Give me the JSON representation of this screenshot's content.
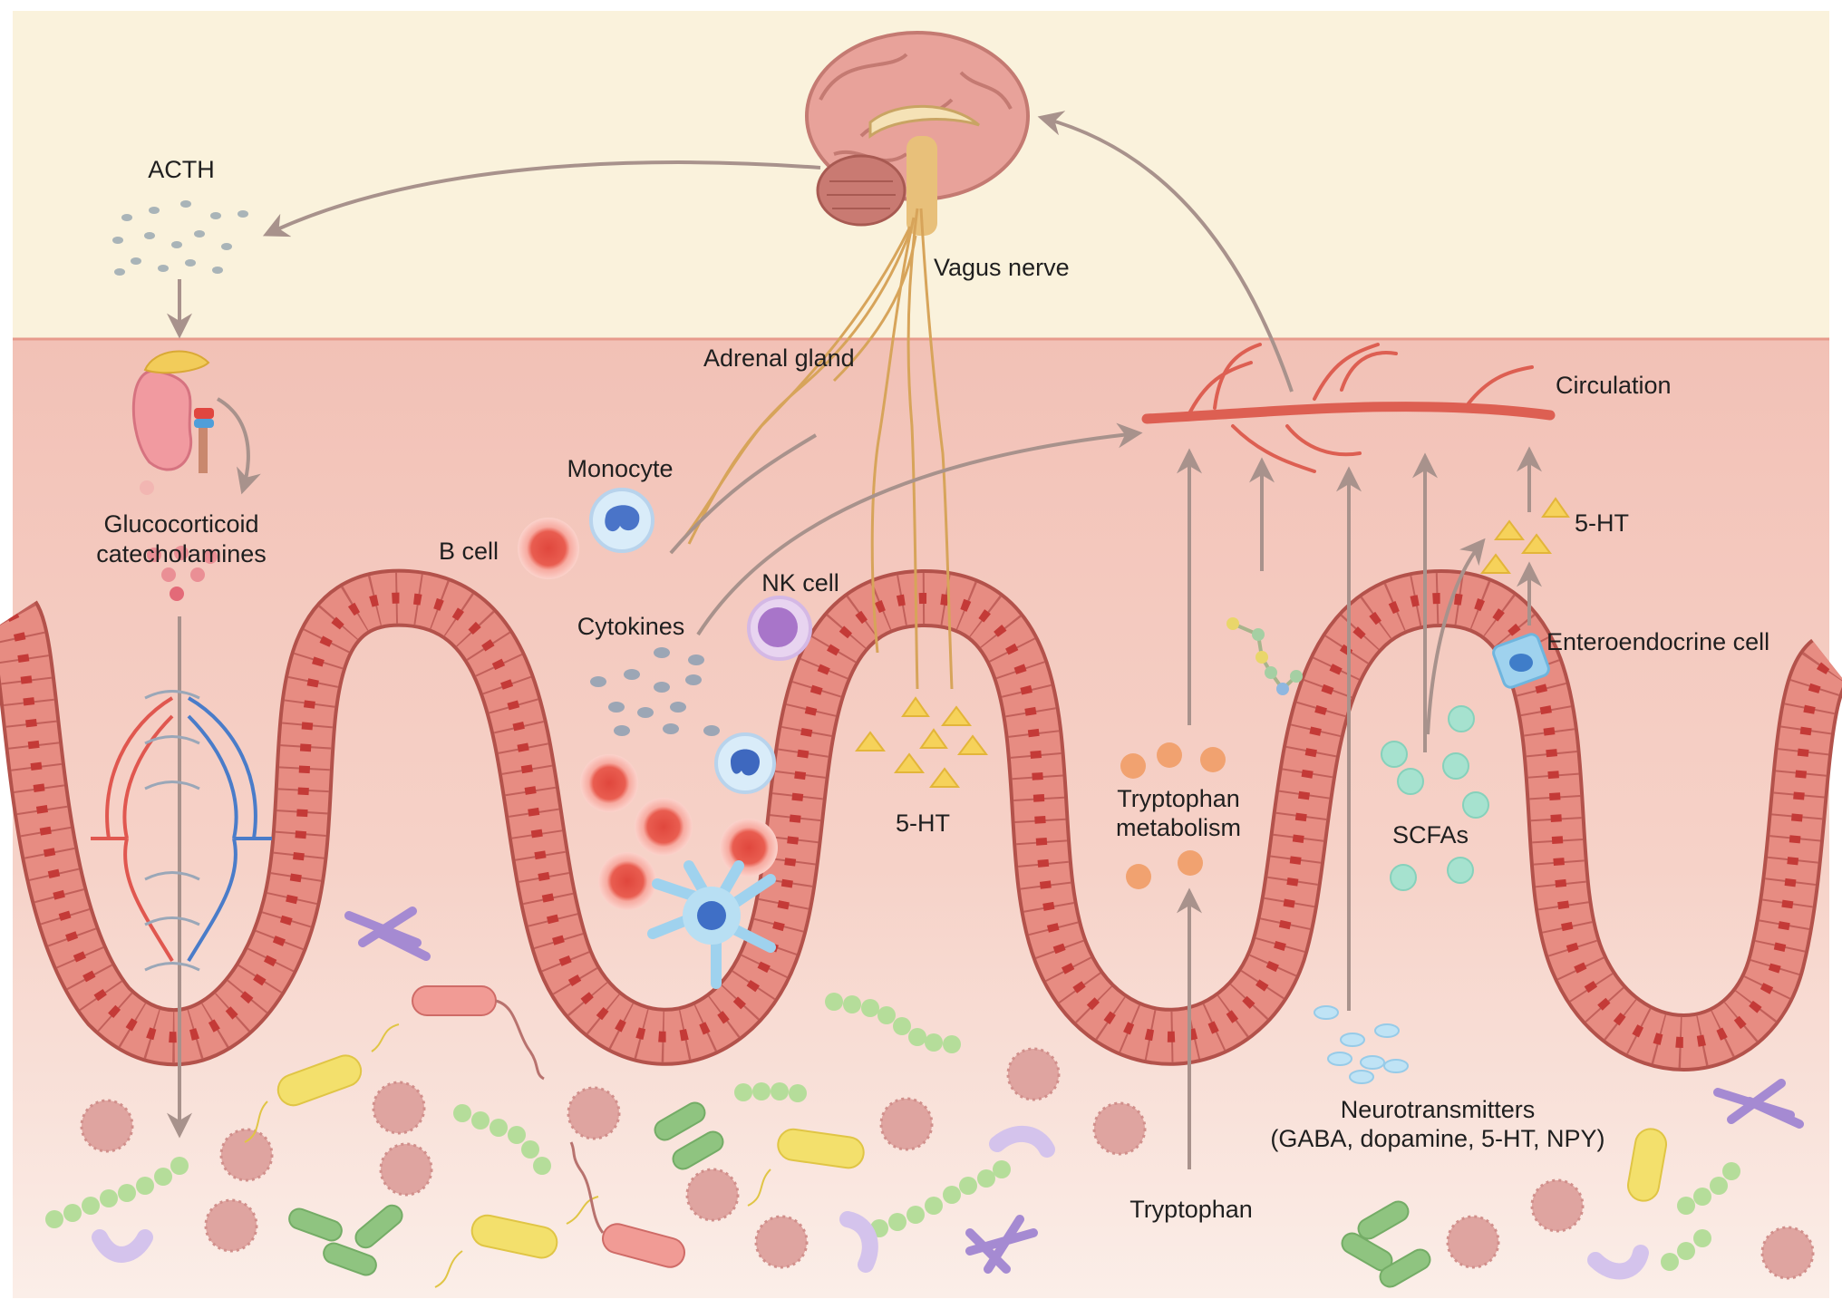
{
  "labels": {
    "acth": "ACTH",
    "vagus_nerve": "Vagus nerve",
    "adrenal_gland": "Adrenal  gland",
    "circulation": "Circulation",
    "monocyte": "Monocyte",
    "glucocorticoid": "Glucocorticoid",
    "catecholamines": "catecholamines",
    "b_cell": "B cell",
    "nk_cell": "NK cell",
    "cytokines": "Cytokines",
    "serotonin_circulation": "5-HT",
    "enteroendocrine_cell": "Enteroendocrine  cell",
    "serotonin_mucosa": "5-HT",
    "tryptophan_metabolism_1": "Tryptophan",
    "tryptophan_metabolism_2": "metabolism",
    "scfas": "SCFAs",
    "neurotransmitters": "Neurotransmitters",
    "neurotransmitters_list": "(GABA,  dopamine, 5-HT, NPY)",
    "tryptophan": "Tryptophan"
  },
  "colors": {
    "brain_zone": "#faf2dc",
    "tissue_top": "#f2c1b6",
    "tissue_bottom": "#fae9e2",
    "epithelium": "#e78c82",
    "epithelium_outline": "#b3524b",
    "arrow": "#a8928c",
    "nerve": "#d7a45a",
    "artery": "#dd5f52",
    "vein": "#4a7cc9",
    "serotonin": "#f6d25a",
    "tryptophan_metabolite": "#f1a270",
    "scfa": "#a6e2cf",
    "neurotransmitter": "#bfe3f5"
  },
  "icons": [
    "brain-icon",
    "adrenal-gland-icon",
    "b-cell-icon",
    "monocyte-icon",
    "nk-cell-icon",
    "neutrophil-icon",
    "dendritic-cell-icon",
    "enteroendocrine-cell-icon",
    "blood-vessel-icon",
    "bacteria-icon"
  ]
}
